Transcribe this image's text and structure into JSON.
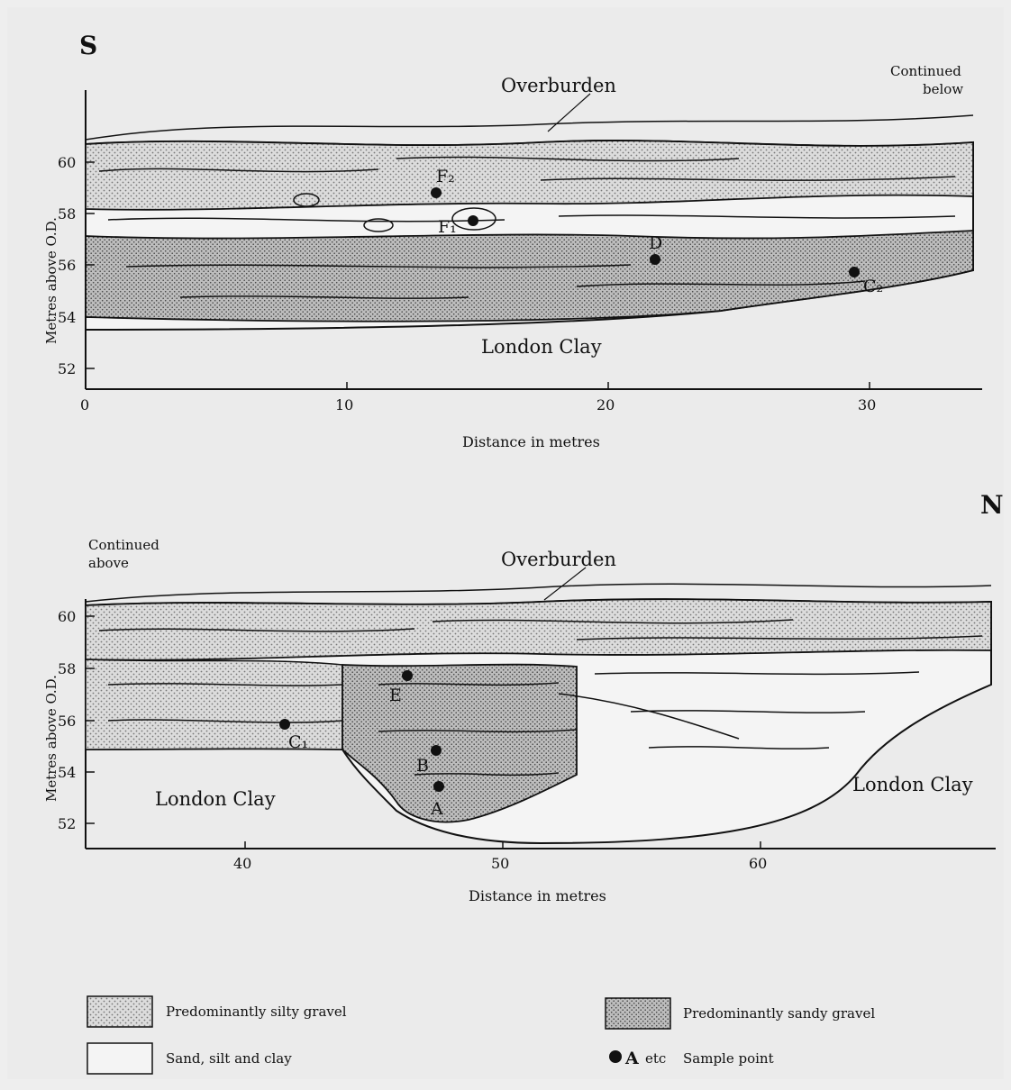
{
  "top_section": {
    "direction": "S",
    "overburden_label": "Overburden",
    "continued_note": [
      "Continued",
      "below"
    ],
    "base_label": "London Clay",
    "ylabel": "Metres above O.D.",
    "xlabel": "Distance in metres",
    "y_ticks": [
      "60",
      "58",
      "56",
      "54",
      "52"
    ],
    "x_ticks": [
      "0",
      "10",
      "20",
      "30"
    ],
    "samples": [
      {
        "label": "F₂"
      },
      {
        "label": "F₁"
      },
      {
        "label": "D"
      },
      {
        "label": "C₂"
      }
    ]
  },
  "bottom_section": {
    "direction": "N",
    "overburden_label": "Overburden",
    "continued_note": [
      "Continued",
      "above"
    ],
    "base_label_left": "London Clay",
    "base_label_right": "London Clay",
    "ylabel": "Metres above O.D.",
    "xlabel": "Distance in metres",
    "y_ticks": [
      "60",
      "58",
      "56",
      "54",
      "52"
    ],
    "x_ticks": [
      "40",
      "50",
      "60"
    ],
    "samples": [
      {
        "label": "E"
      },
      {
        "label": "C₁"
      },
      {
        "label": "B"
      },
      {
        "label": "A"
      }
    ]
  },
  "legend": {
    "silty_gravel": "Predominantly silty gravel",
    "sandy_gravel": "Predominantly sandy gravel",
    "sand_silt_clay": "Sand, silt and clay",
    "sample_point_marker": "A",
    "sample_point_suffix": "etc",
    "sample_point_label": "Sample point"
  }
}
